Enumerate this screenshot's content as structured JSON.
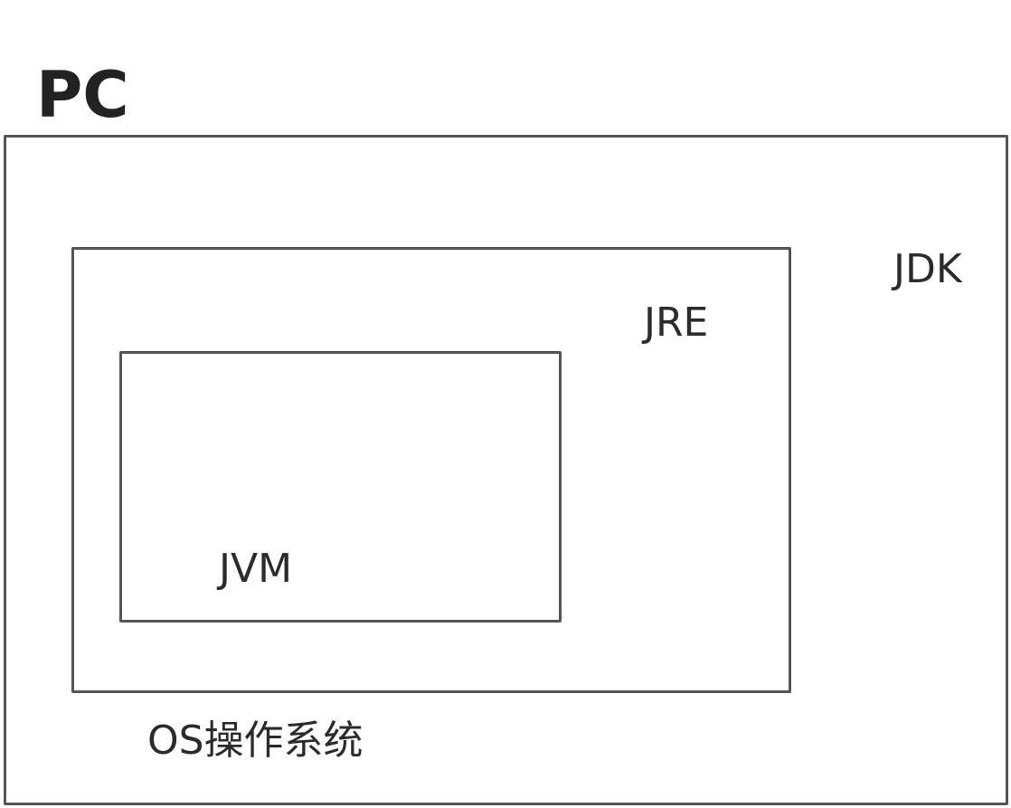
{
  "title": "PC",
  "boxes": {
    "jdk": {
      "label": "JDK"
    },
    "jre": {
      "label": "JRE"
    },
    "jvm": {
      "label": "JVM"
    }
  },
  "os_label": "OS操作系统",
  "colors": {
    "border": "#555555",
    "text": "#2b2b2b",
    "background": "#ffffff"
  }
}
